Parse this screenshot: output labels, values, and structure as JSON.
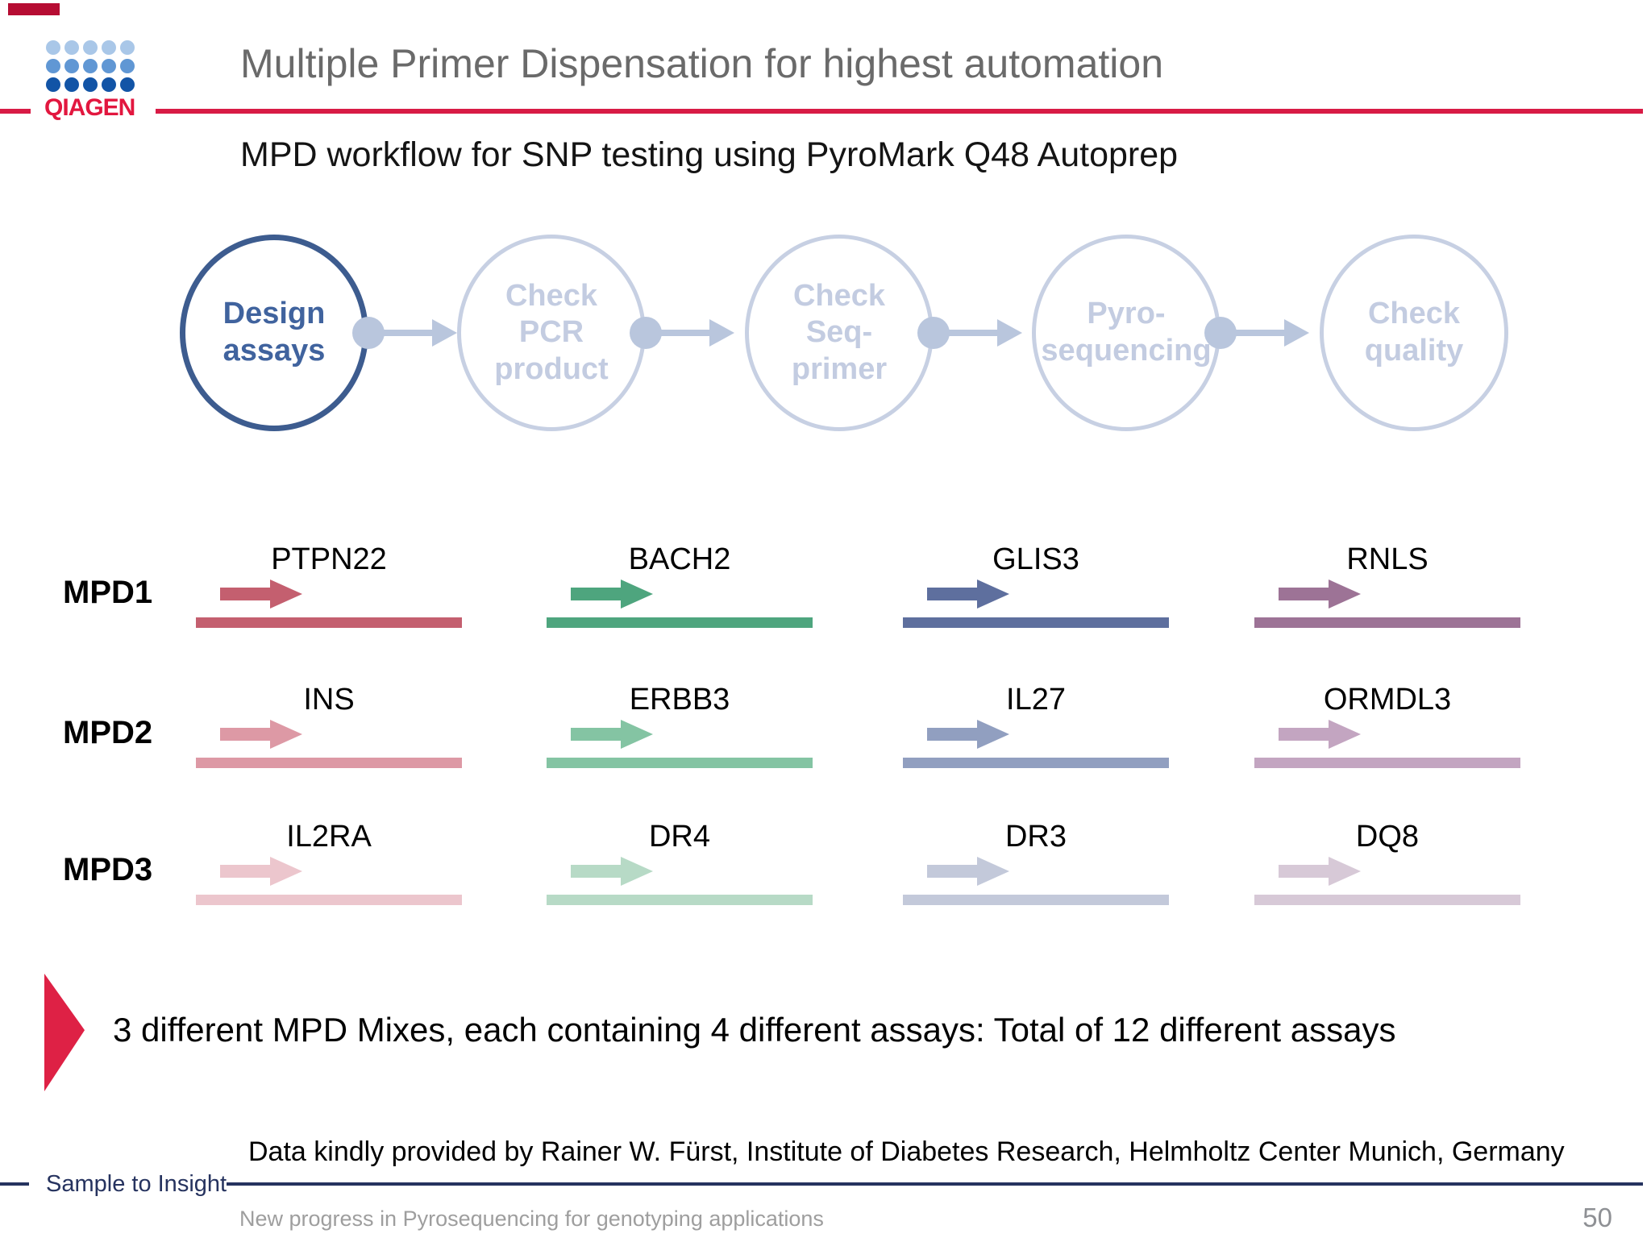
{
  "brand": {
    "logo_text": "QIAGEN"
  },
  "header": {
    "title": "Multiple Primer Dispensation for highest automation",
    "subtitle": "MPD workflow for SNP testing using PyroMark Q48 Autoprep"
  },
  "workflow": {
    "steps": [
      {
        "label": "Design\nassays",
        "active": true
      },
      {
        "label": "Check\nPCR\nproduct",
        "active": false
      },
      {
        "label": "Check\nSeq-\nprimer",
        "active": false
      },
      {
        "label": "Pyro-\nsequencing",
        "active": false
      },
      {
        "label": "Check\nquality",
        "active": false
      }
    ]
  },
  "mpd": {
    "rows": [
      {
        "label": "MPD1",
        "assays": [
          {
            "name": "PTPN22",
            "color": "#c45f6f"
          },
          {
            "name": "BACH2",
            "color": "#4ea57e"
          },
          {
            "name": "GLIS3",
            "color": "#5e6f9e"
          },
          {
            "name": "RNLS",
            "color": "#9d7396"
          }
        ]
      },
      {
        "label": "MPD2",
        "assays": [
          {
            "name": "INS",
            "color": "#dd99a5"
          },
          {
            "name": "ERBB3",
            "color": "#84c4a3"
          },
          {
            "name": "IL27",
            "color": "#919fc0"
          },
          {
            "name": "ORMDL3",
            "color": "#c3a5c1"
          }
        ]
      },
      {
        "label": "MPD3",
        "assays": [
          {
            "name": "IL2RA",
            "color": "#ecc6cd"
          },
          {
            "name": "DR4",
            "color": "#b7dac6"
          },
          {
            "name": "DR3",
            "color": "#c3c9da"
          },
          {
            "name": "DQ8",
            "color": "#d7c9d7"
          }
        ]
      }
    ]
  },
  "bullet": {
    "text": "3 different MPD Mixes, each containing 4 different assays: Total of 12 different assays"
  },
  "credit": "Data kindly provided by Rainer W. Fürst, Institute of Diabetes Research, Helmholtz Center Munich, Germany",
  "footer": {
    "left": "Sample to Insight",
    "center": "New progress in Pyrosequencing for genotyping applications",
    "page": "50"
  },
  "colors": {
    "brand_red": "#d81b45",
    "logo_red": "#e2173f",
    "triangle_red": "#de2145",
    "active_circle_border": "#3d5c8f",
    "active_circle_text": "#40639e",
    "inactive_circle_border": "#c7d0e3",
    "inactive_circle_text": "#c3cce1",
    "connector": "#b9c6dd",
    "title_gray": "#6a6a6a",
    "footer_navy": "#26335f",
    "footer_gray": "#9e9e9e"
  }
}
